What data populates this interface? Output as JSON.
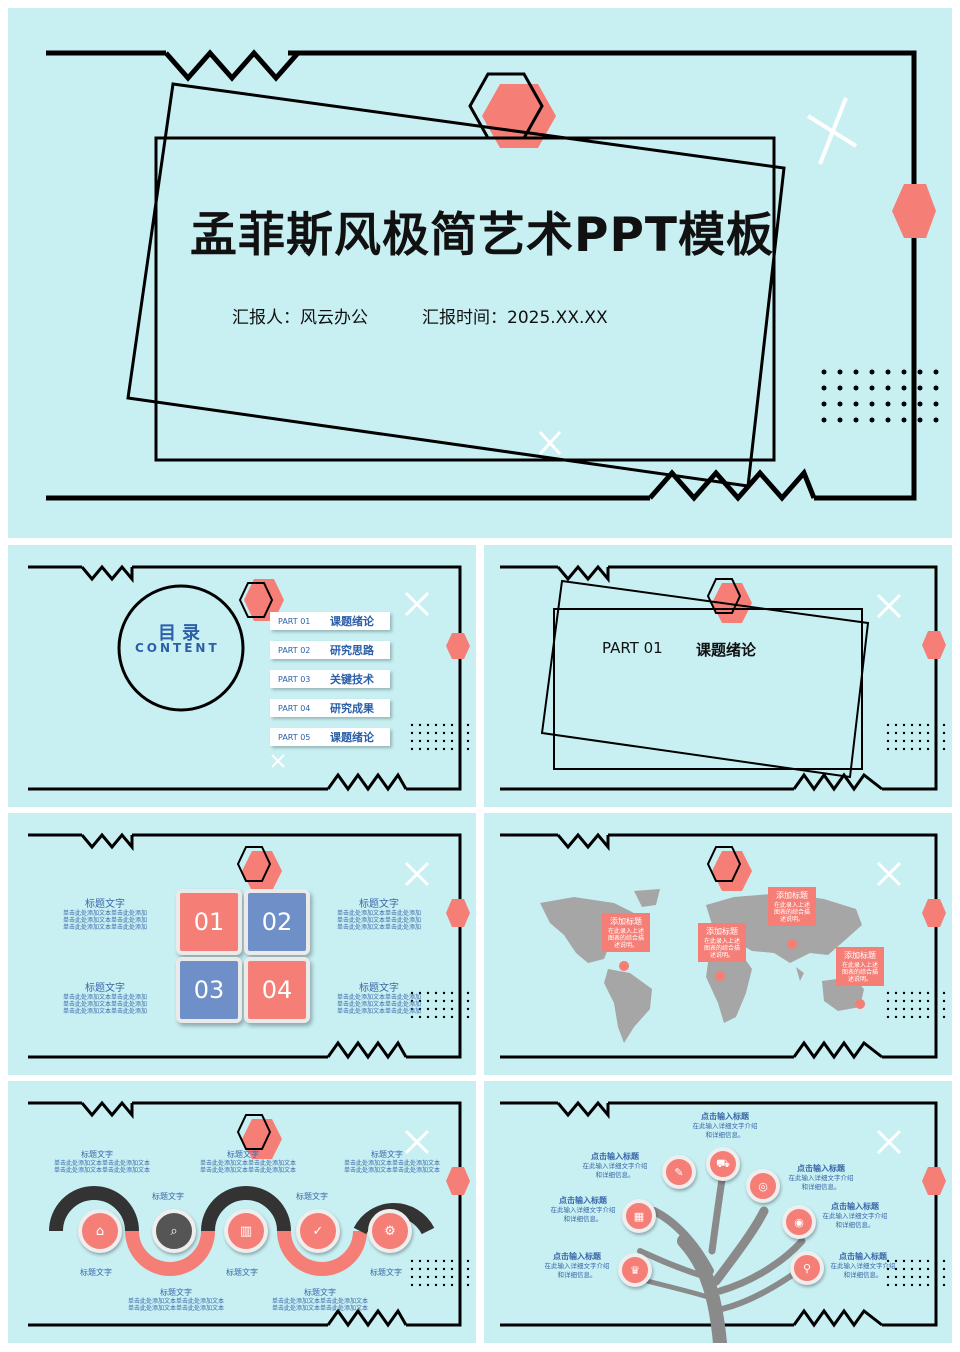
{
  "colors": {
    "bg": "#c8f0f3",
    "accent": "#f57f77",
    "blue": "#2b5fa8",
    "slate": "#6f8fc8",
    "dark": "#333333"
  },
  "cover": {
    "title": "孟菲斯风极简艺术PPT模板",
    "reporter": "汇报人：风云办公",
    "time": "汇报时间：2025.XX.XX"
  },
  "toc": {
    "title": "目录",
    "subtitle": "CONTENT",
    "items": [
      {
        "part": "PART 01",
        "name": "课题绪论"
      },
      {
        "part": "PART 02",
        "name": "研究思路"
      },
      {
        "part": "PART 03",
        "name": "关键技术"
      },
      {
        "part": "PART 04",
        "name": "研究成果"
      },
      {
        "part": "PART 05",
        "name": "课题绪论"
      }
    ]
  },
  "section": {
    "part": "PART 01",
    "name": "课题绪论"
  },
  "grid": {
    "numbers": [
      "01",
      "02",
      "03",
      "04"
    ],
    "label": "标题文字",
    "body": [
      "单击此处添加文本单击此处添加",
      "单击此处添加文本单击此处添加",
      "单击此处添加文本单击此处添加"
    ]
  },
  "map": {
    "callouts": [
      {
        "title": "添加标题",
        "body": [
          "在此录入上述",
          "图表的综合描",
          "述说明。"
        ]
      },
      {
        "title": "添加标题",
        "body": [
          "在此录入上述",
          "图表的综合描",
          "述说明。"
        ]
      },
      {
        "title": "添加标题",
        "body": [
          "在此录入上述",
          "图表的综合描",
          "述说明。"
        ]
      },
      {
        "title": "添加标题",
        "body": [
          "在此录入上述",
          "图表的综合描",
          "述说明。"
        ]
      }
    ]
  },
  "process": {
    "label": "标题文字",
    "body": [
      "单击此处添加文本单击此处添加文本",
      "单击此处添加文本单击此处添加文本"
    ],
    "icons": [
      "home-icon",
      "search-icon",
      "chart-icon",
      "check-icon",
      "gear-icon"
    ]
  },
  "tree": {
    "label": "点击输入标题",
    "body": [
      "在此输入详细文字介绍",
      "和详细信息。"
    ],
    "icons": [
      "edit-icon",
      "truck-icon",
      "chat-icon",
      "qrcode-icon",
      "weibo-icon",
      "trophy-icon",
      "pin-icon"
    ]
  }
}
